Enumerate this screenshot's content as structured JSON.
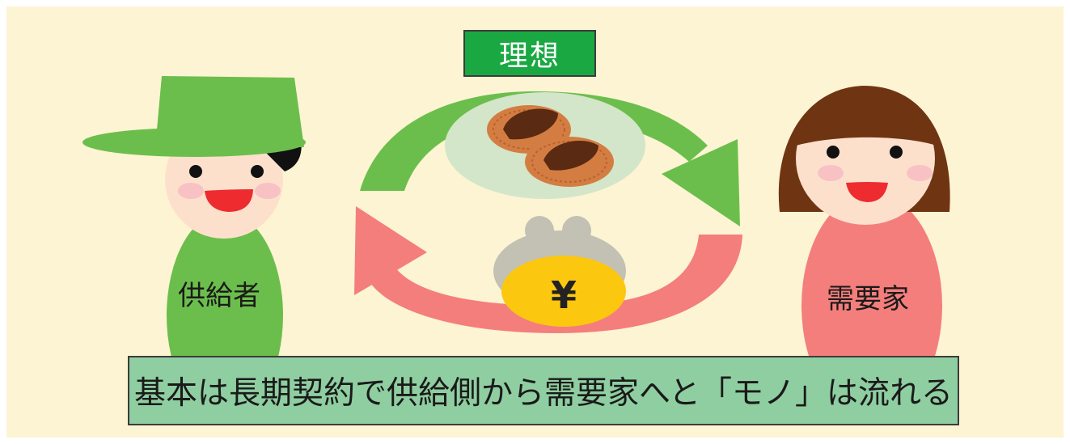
{
  "title": "理想",
  "supplier_label": "供給者",
  "consumer_label": "需要家",
  "money_symbol": "¥",
  "caption": "基本は長期契約で供給側から需要家へと「モノ」は流れる",
  "colors": {
    "background": "#fdf4d3",
    "title_fill": "#1aa843",
    "caption_fill": "#8fcea1",
    "goods_arrow": "#6cbe4c",
    "money_arrow": "#f47e7c",
    "supplier_green": "#6cbe4c",
    "consumer_body": "#f47e7c",
    "consumer_hair": "#6f3513",
    "coin_gold": "#fcc70f",
    "purse_gray": "#c3c0b4",
    "plate": "#d3e6c9",
    "cookie": "#d47d42",
    "chocolate": "#5a2a12"
  },
  "icons": [
    "supplier-figure",
    "consumer-figure",
    "goods-arrow-icon",
    "money-arrow-icon",
    "cookies-plate-icon",
    "coin-purse-icon"
  ]
}
